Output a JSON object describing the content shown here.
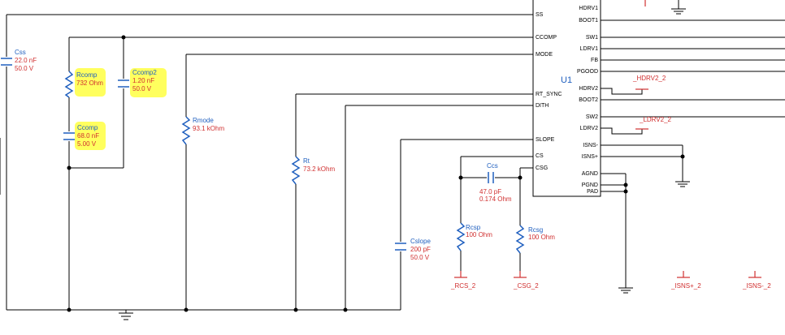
{
  "ic": {
    "ref": "U1",
    "left_pins": [
      "SS",
      "CCOMP",
      "MODE",
      "RT_SYNC",
      "DITH",
      "SLOPE",
      "CS",
      "CSG"
    ],
    "right_pins": [
      "HDRV1",
      "BOOT1",
      "SW1",
      "LDRV1",
      "FB",
      "PGOOD",
      "HDRV2",
      "BOOT2",
      "SW2",
      "LDRV2",
      "ISNS-",
      "ISNS+",
      "AGND",
      "PGND",
      "PAD"
    ]
  },
  "components": {
    "css": {
      "name": "Css",
      "value1": "22.0 nF",
      "value2": "50.0 V"
    },
    "rcomp": {
      "name": "Rcomp",
      "value1": "732 Ohm"
    },
    "ccomp2": {
      "name": "Ccomp2",
      "value1": "1.20 nF",
      "value2": "50.0 V"
    },
    "ccomp": {
      "name": "Ccomp",
      "value1": "68.0 nF",
      "value2": "5.00 V"
    },
    "rmode": {
      "name": "Rmode",
      "value1": "93.1 kOhm"
    },
    "rt": {
      "name": "Rt",
      "value1": "73.2 kOhm"
    },
    "cslope": {
      "name": "Cslope",
      "value1": "200 pF",
      "value2": "50.0 V"
    },
    "ccs": {
      "name": "Ccs",
      "value1": "47.0 pF",
      "value2": "0.174 Ohm"
    },
    "rcsp": {
      "name": "Rcsp",
      "value1": "100 Ohm"
    },
    "rcsg": {
      "name": "Rcsg",
      "value1": "100 Ohm"
    }
  },
  "nets": {
    "hdrv2": "_HDRV2_2",
    "ldrv2": "_LDRV2_2",
    "rcs": "_RCS_2",
    "csg": "_CSG_2",
    "isns_plus": "_ISNS+_2",
    "isns_minus": "_ISNS-_2"
  },
  "highlighted": [
    "Rcomp",
    "Ccomp2",
    "Ccomp"
  ],
  "colors": {
    "component": "#1f5fbf",
    "value": "#d03030",
    "wire": "#000000",
    "highlight": "#ffff55"
  }
}
